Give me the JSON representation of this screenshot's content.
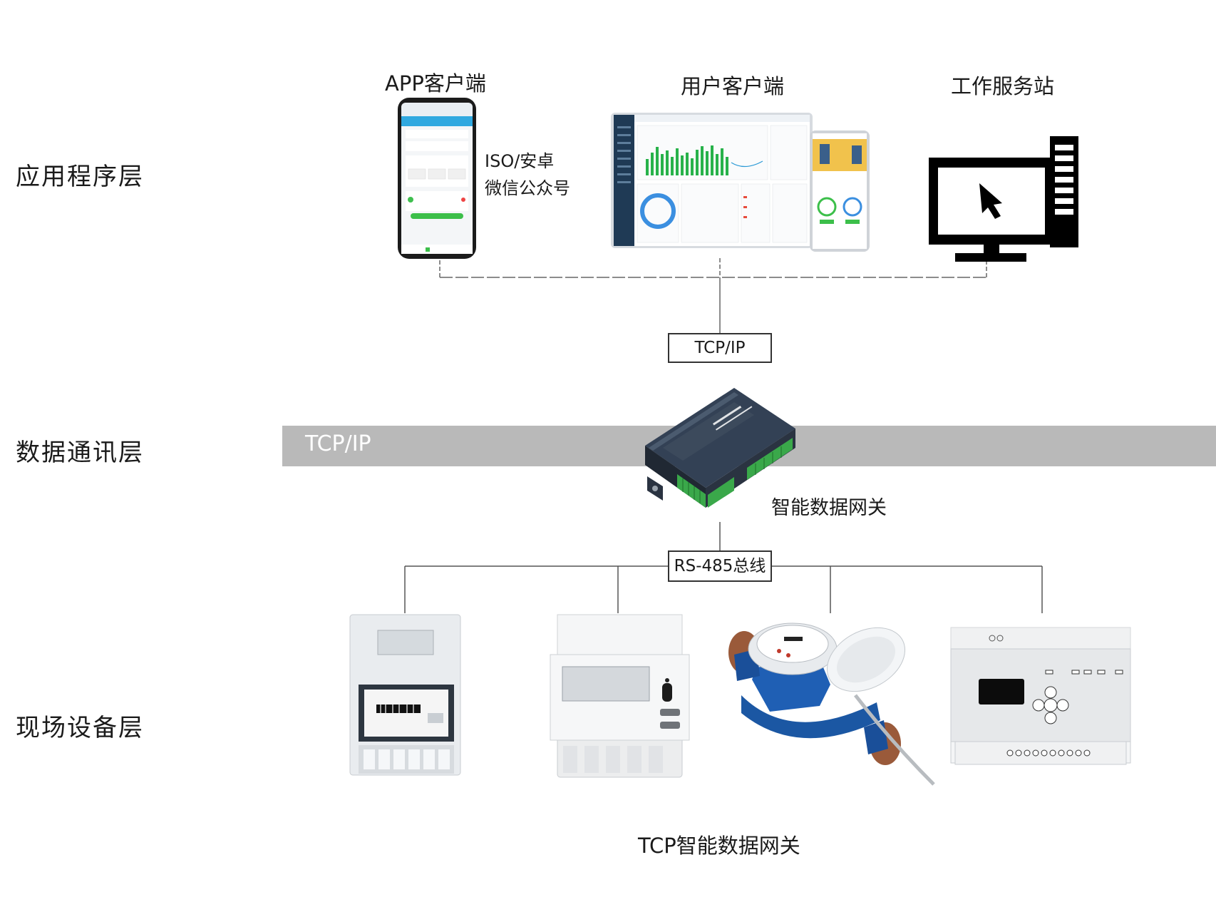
{
  "layers": {
    "application": "应用程序层",
    "communication": "数据通讯层",
    "field": "现场设备层"
  },
  "clients": {
    "app": "APP客户端",
    "user": "用户客户端",
    "workstation": "工作服务站",
    "app_note_line1": "ISO/安卓",
    "app_note_line2": "微信公众号"
  },
  "network": {
    "tcp_box": "TCP/IP",
    "band_label": "TCP/IP",
    "bus_label": "RS-485总线"
  },
  "gateway": {
    "label": "智能数据网关"
  },
  "footer": {
    "caption": "TCP智能数据网关"
  },
  "colors": {
    "band": "#b9b9b9",
    "gateway_body": "#2f3a4a",
    "terminal_green": "#3aa84a",
    "water_meter_blue": "#1f5fb4"
  }
}
